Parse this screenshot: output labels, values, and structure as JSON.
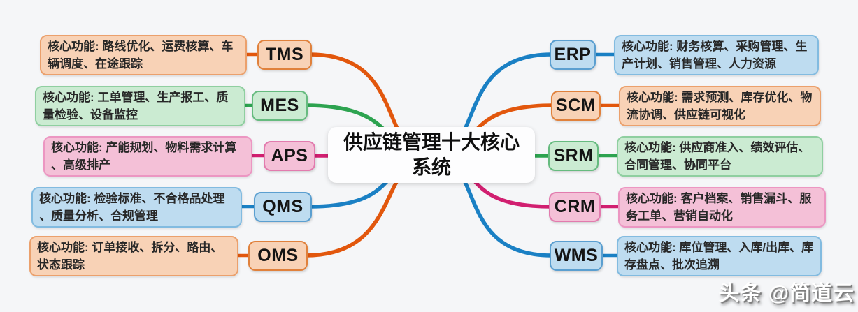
{
  "center": {
    "title": "供应链管理十大核心系统"
  },
  "watermark": {
    "text": "头条 @简道云"
  },
  "palette": {
    "orange": {
      "line": "#e2570d",
      "fill": "#f8d2b6",
      "border": "#e0813c",
      "descBorder": "#eba06c"
    },
    "green": {
      "line": "#2da350",
      "fill": "#cbebd2",
      "border": "#66bb7f",
      "descBorder": "#8fcfa0"
    },
    "pink": {
      "line": "#d11f70",
      "fill": "#f4c0d7",
      "border": "#e27bae",
      "descBorder": "#ec96c2"
    },
    "blue": {
      "line": "#1a80c4",
      "fill": "#bedcf0",
      "border": "#5b9fd0",
      "descBorder": "#82bbe0"
    }
  },
  "branches": [
    {
      "label": "TMS",
      "side": "left",
      "color": "orange",
      "description": "核心功能: 路线优化、运费核算、车辆调度、在途跟踪"
    },
    {
      "label": "MES",
      "side": "left",
      "color": "green",
      "description": "核心功能: 工单管理、生产报工、质量检验、设备监控"
    },
    {
      "label": "APS",
      "side": "left",
      "color": "pink",
      "description": "核心功能: 产能规划、物料需求计算、高级排产"
    },
    {
      "label": "QMS",
      "side": "left",
      "color": "blue",
      "description": "核心功能: 检验标准、不合格品处理、质量分析、合规管理"
    },
    {
      "label": "OMS",
      "side": "left",
      "color": "orange",
      "description": "核心功能: 订单接收、拆分、路由、状态跟踪"
    },
    {
      "label": "ERP",
      "side": "right",
      "color": "blue",
      "description": "核心功能: 财务核算、采购管理、生产计划、销售管理、人力资源"
    },
    {
      "label": "SCM",
      "side": "right",
      "color": "orange",
      "description": "核心功能: 需求预测、库存优化、物流协调、供应链可视化"
    },
    {
      "label": "SRM",
      "side": "right",
      "color": "green",
      "description": "核心功能: 供应商准入、绩效评估、合同管理、协同平台"
    },
    {
      "label": "CRM",
      "side": "right",
      "color": "pink",
      "description": "核心功能: 客户档案、销售漏斗、服务工单、营销自动化"
    },
    {
      "label": "WMS",
      "side": "right",
      "color": "blue",
      "description": "核心功能: 库位管理、入库/出库、库存盘点、批次追溯"
    }
  ]
}
